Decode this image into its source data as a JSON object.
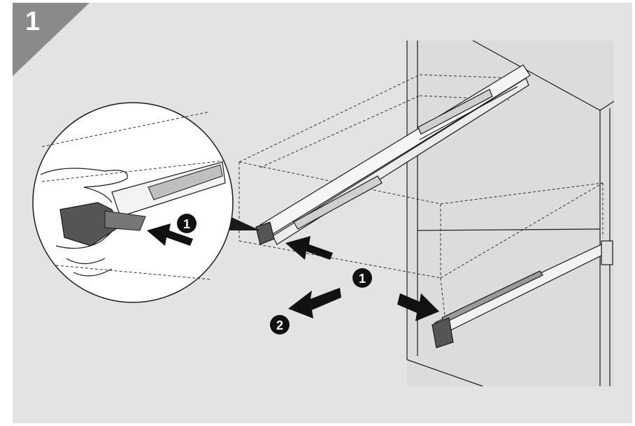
{
  "step": {
    "number": "1"
  },
  "callouts": {
    "detail_step": "1",
    "main_step_1": "1",
    "main_step_2": "2"
  },
  "colors": {
    "panel": "#e3e3e3",
    "badge": "#8a8a8a",
    "line": "#1a1a1a",
    "arrow": "#111111",
    "detail_bg": "#ffffff"
  }
}
